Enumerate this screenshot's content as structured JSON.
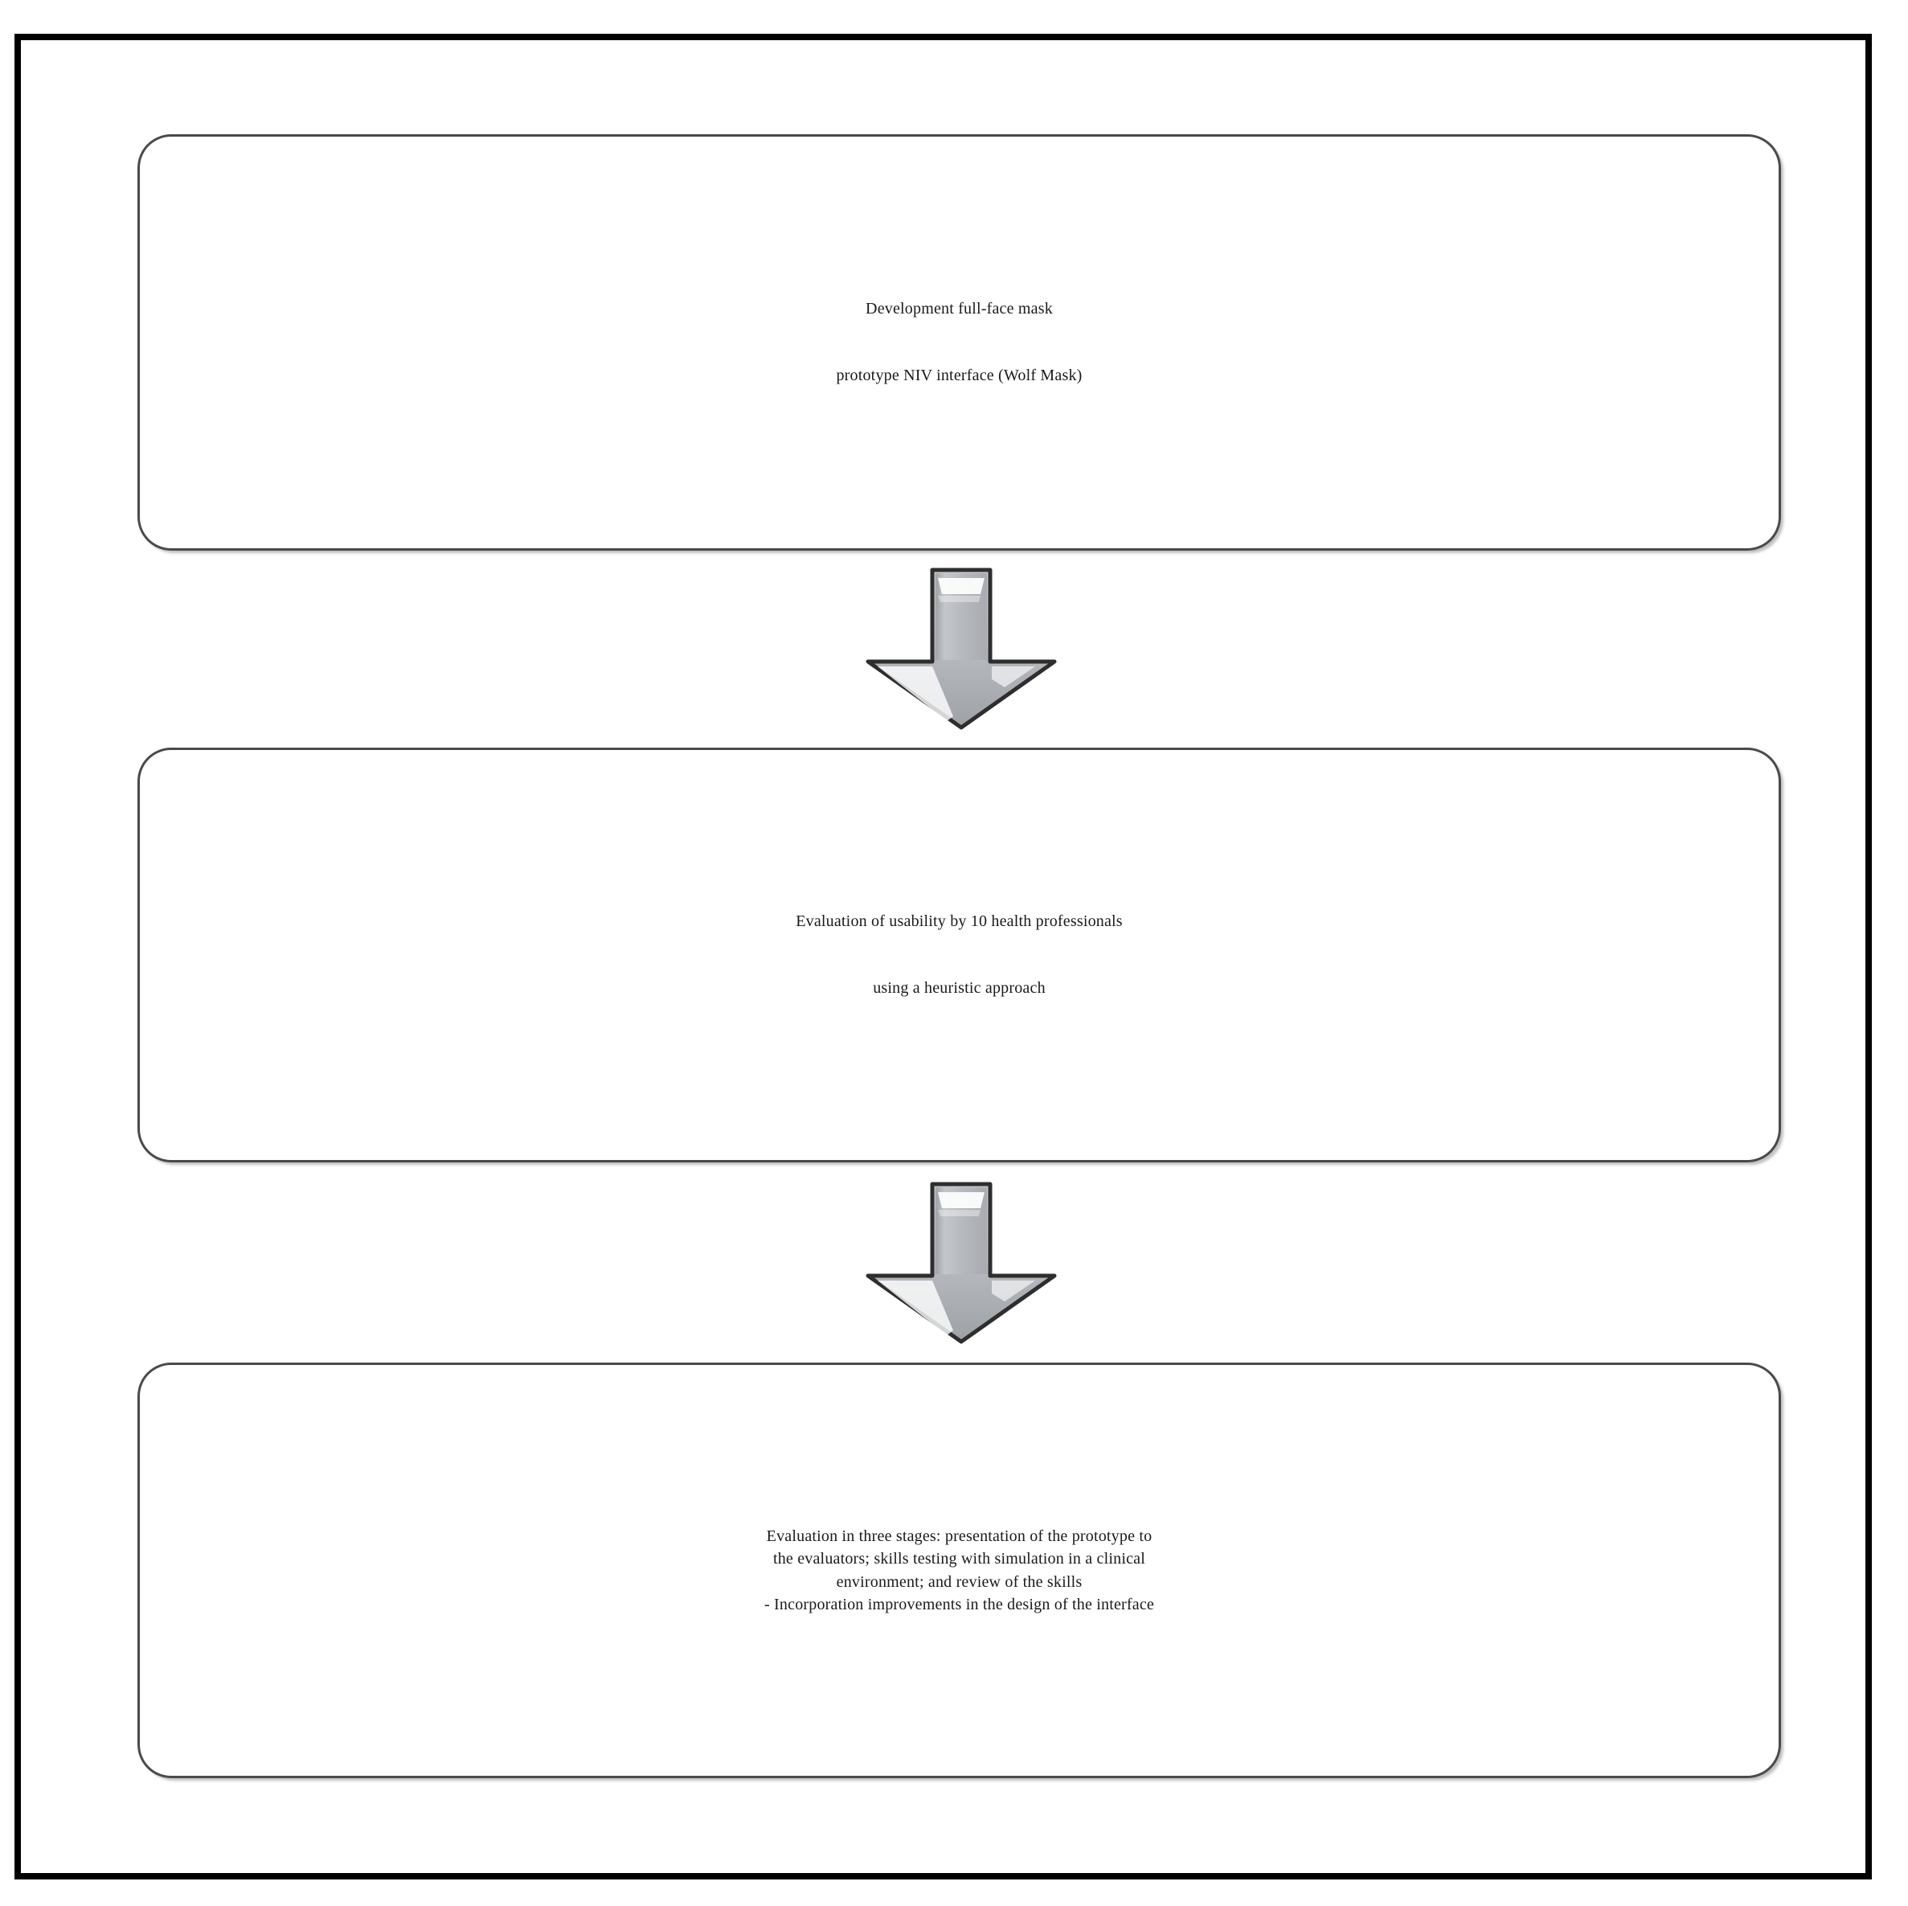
{
  "figure": {
    "type": "flowchart",
    "orientation": "vertical",
    "frame_color": "#000000",
    "box_border_color": "#4a4a4a",
    "text_color": "#1a1a1a",
    "arrow_fill_color": "#b9bcc0",
    "arrow_outline_color": "#2e2e2e",
    "arrow_highlight_color": "#ffffff"
  },
  "steps": [
    {
      "id": "step-1",
      "name": "development",
      "lines": [
        "Development full-face mask",
        "prototype NIV interface (Wolf Mask)"
      ]
    },
    {
      "id": "step-2",
      "name": "usability-evaluation",
      "lines": [
        "Evaluation of usability by 10 health professionals",
        "using a heuristic approach"
      ]
    },
    {
      "id": "step-3",
      "name": "three-stage-evaluation",
      "lines": [
        "Evaluation in three stages: presentation of the prototype to",
        "the evaluators; skills testing with simulation in a clinical",
        "environment; and review of the skills"
      ],
      "bullet": "- Incorporation improvements in the design of the interface"
    }
  ],
  "connectors": [
    {
      "id": "connector-1",
      "name": "down-arrow",
      "from": "step-1",
      "to": "step-2"
    },
    {
      "id": "connector-2",
      "name": "down-arrow",
      "from": "step-2",
      "to": "step-3"
    }
  ]
}
